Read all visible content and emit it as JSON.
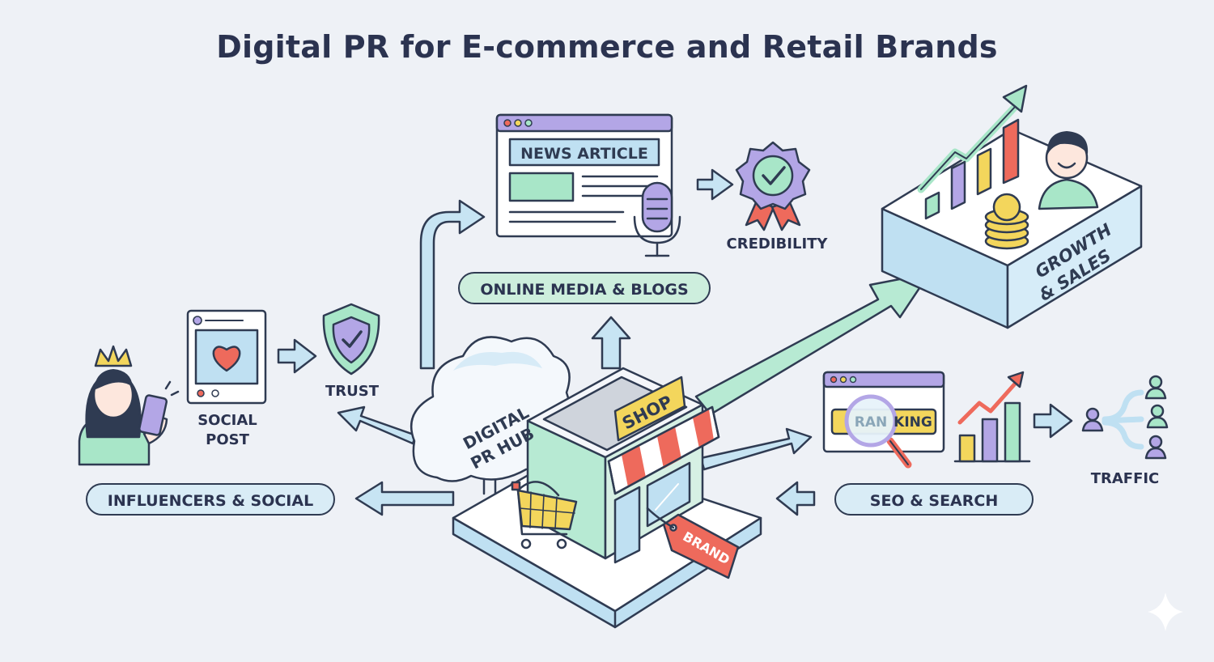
{
  "title": "Digital PR for E-commerce and Retail Brands",
  "hub": {
    "line1": "DIGITAL",
    "line2": "PR HUB"
  },
  "store": {
    "sign": "SHOP",
    "tag": "BRAND"
  },
  "news": {
    "header": "NEWS ARTICLE"
  },
  "sections": {
    "media": "ONLINE MEDIA & BLOGS",
    "influencers": "INFLUENCERS & SOCIAL",
    "seo": "SEO & SEARCH"
  },
  "labels": {
    "credibility": "CREDIBILITY",
    "trust": "TRUST",
    "social_post_line1": "SOCIAL",
    "social_post_line2": "POST",
    "traffic": "TRAFFIC"
  },
  "ranking": {
    "left": "RAN",
    "right": "KING"
  },
  "growth": {
    "line1": "GROWTH",
    "line2": "& SALES"
  },
  "colors": {
    "outline": "#2f3b52",
    "mint": "#a8e6c8",
    "blue": "#bfe0f2",
    "purple": "#b3a6e6",
    "yellow": "#f3d65c",
    "red": "#ee6a5c"
  }
}
